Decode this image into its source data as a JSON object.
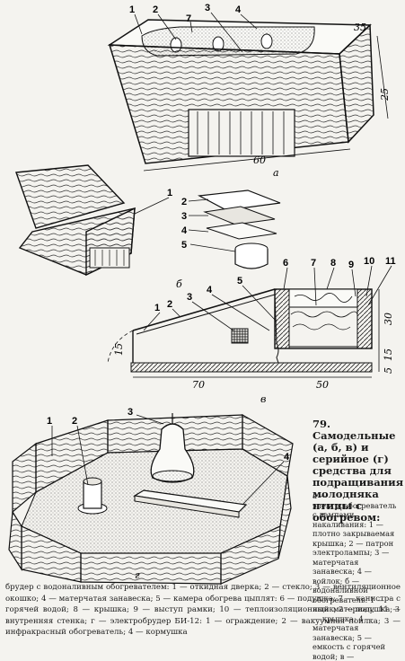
{
  "figure": {
    "title": "79. Самодельные (а, б, в) и серийное (г) средства для подращивания молодняка птицы с обогревом:",
    "legend_side": "а — электрообогреватель с лампами накаливания: 1 — плотно закрываемая крышка; 2 — патрон электролампы; 3 — матерчатая занавеска; 4 — войлок; б — водоналивной обогреватель: 1 — ящик; 2 — подушка; 3 — крышка; 4 — матерчатая занавеска; 5 — емкость с горячей водой; в —",
    "caption_bottom": "брудер с водоналивным обогревателем: 1 — откидная дверка; 2 — стекло; 3 — вентиляционное окошко; 4 — матерчатая занавеска; 5 — камера обогрева цыплят: 6 — подушка; 7 — канистра с горячей водой; 8 — крышка; 9 — выступ рамки; 10 — теплоизоляционный материал; 11 — внутренняя стенка; г — электробрудер БИ-12: 1 — ограждение; 2 — вакуумная поилка; 3 — инфракрасный обогреватель; 4 — кормушка"
  },
  "panel_a": {
    "letter": "а",
    "labels": [
      "1",
      "2",
      "3",
      "4",
      "7"
    ],
    "dimensions": {
      "length": "60",
      "height": "25",
      "depth": "35"
    }
  },
  "panel_b": {
    "letter": "б",
    "labels": [
      "1",
      "2",
      "3",
      "4",
      "5"
    ]
  },
  "panel_v": {
    "letter": "в",
    "labels": [
      "1",
      "2",
      "3",
      "4",
      "5",
      "6",
      "7",
      "8",
      "9",
      "10",
      "11"
    ],
    "dimensions": {
      "left_length": "70",
      "right_length": "50",
      "top_height": "30",
      "mid_height": "15",
      "low_height": "5",
      "door_height": "15"
    }
  },
  "panel_g": {
    "letter": "г",
    "labels": [
      "1",
      "2",
      "3",
      "4"
    ]
  }
}
